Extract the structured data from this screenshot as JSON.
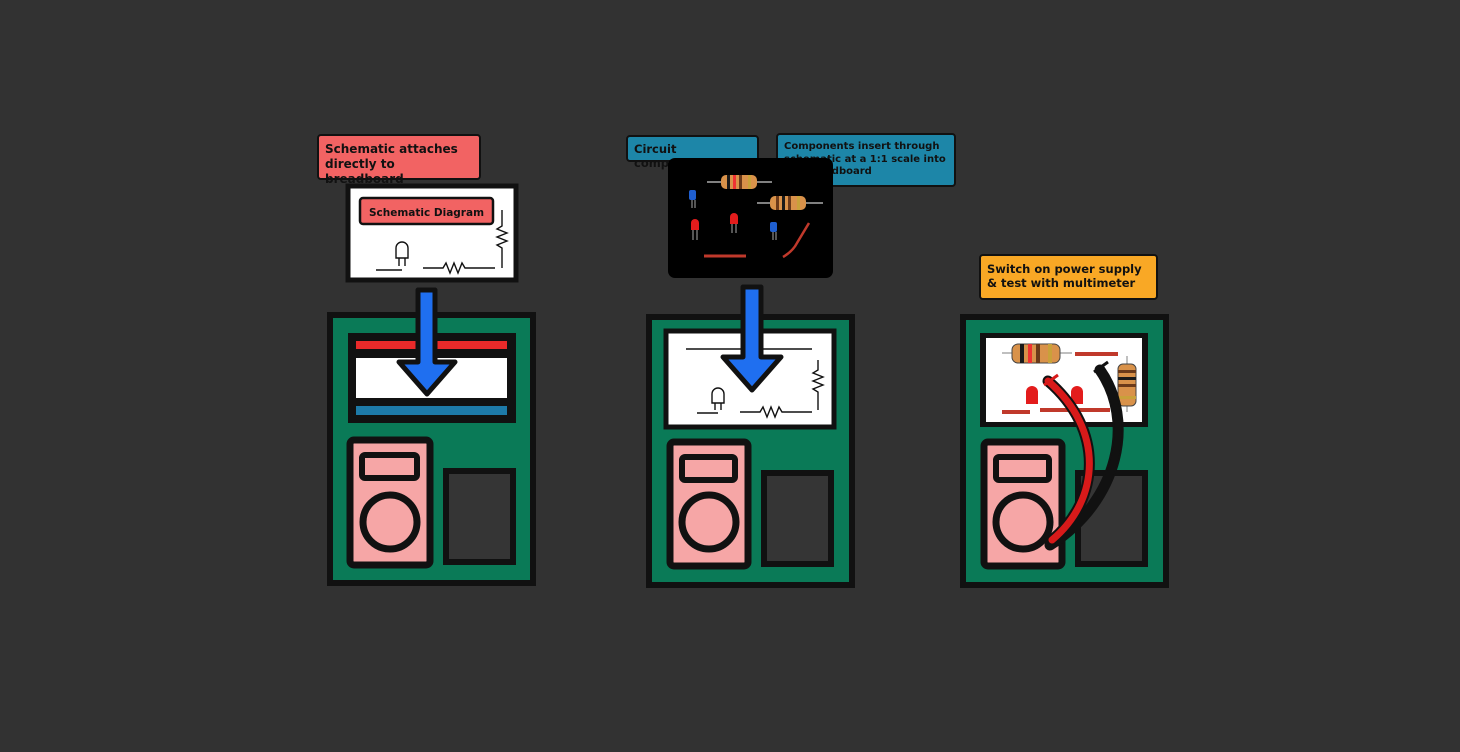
{
  "colors": {
    "background": "#323232",
    "board": "#0a7a57",
    "red_label": "#f26363",
    "blue_label": "#1d86a8",
    "orange_label": "#f9a825",
    "arrow": "#1f6ff0",
    "meter": "#f6a6a6",
    "rail_red": "#ea2a2a",
    "rail_blue": "#1d7aa8"
  },
  "step1": {
    "label": "Schematic attaches directly to breadboard",
    "schematic_title": "Schematic Diagram"
  },
  "step2": {
    "components_label": "Circuit components",
    "insert_label": "Components insert through schematic at a 1:1 scale into the breadboard"
  },
  "step3": {
    "label": "Switch on power supply & test with multimeter"
  },
  "icons": [
    "arrow-down-icon",
    "led-icon",
    "resistor-icon",
    "wire-icon",
    "multimeter-icon",
    "probe-icon"
  ]
}
